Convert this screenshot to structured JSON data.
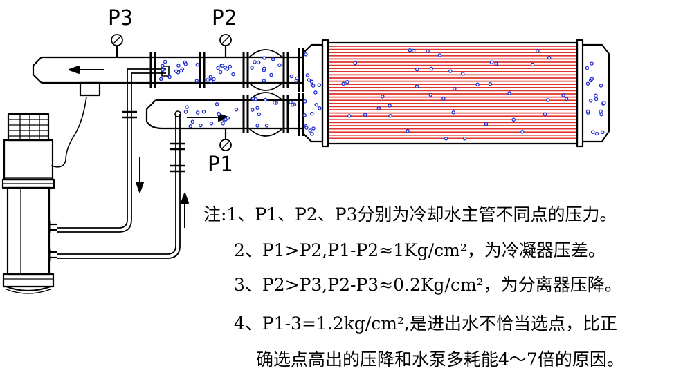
{
  "gauges": {
    "p1": "P1",
    "p2": "P2",
    "p3": "P3"
  },
  "notes": [
    "注:1、P1、P2、P3分别为冷却水主管不同点的压力。",
    "2、P1>P2,P1-P2≈1Kg/cm²，为冷凝器压差。",
    "3、P2>P3,P2-P3≈0.2Kg/cm²，为分离器压降。",
    "4、P1-3=1.2kg/cm²,是进出水不恰当选点，比正",
    "确选点高出的压降和水泵多耗能4～7倍的原因。"
  ],
  "colors": {
    "tube": "#e0332f",
    "bubble": "#1f2fd0",
    "line": "#000000"
  }
}
